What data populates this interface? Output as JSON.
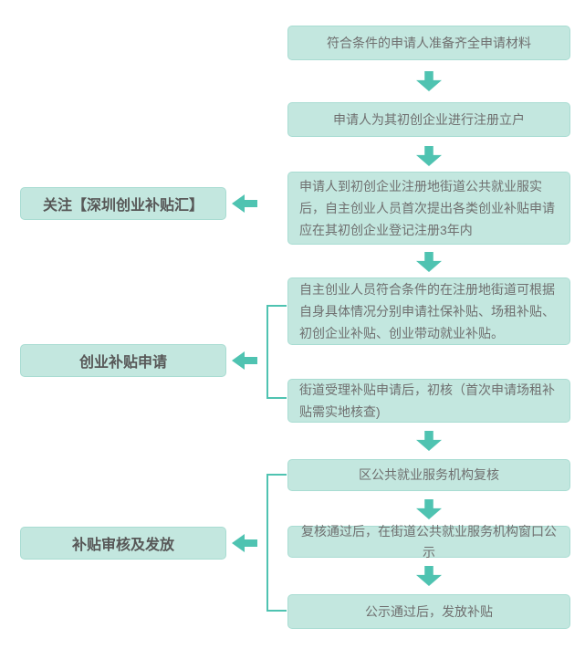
{
  "colors": {
    "box_fill": "#c3e7df",
    "box_border": "#a8dcd2",
    "arrow_teal": "#4fc3b1",
    "box_text": "#6f6f6f",
    "label_text": "#575757",
    "background": "#ffffff"
  },
  "flow": {
    "steps": [
      {
        "id": 1,
        "text": "符合条件的申请人准备齐全申请材料"
      },
      {
        "id": 2,
        "text": "申请人为其初创企业进行注册立户"
      },
      {
        "id": 3,
        "text": "申请人到初创企业注册地街道公共就业服实后，自主创业人员首次提出各类创业补贴申请应在其初创企业登记注册3年内"
      },
      {
        "id": 4,
        "text": "自主创业人员符合条件的在注册地街道可根据自身具体情况分别申请社保补贴、场租补贴、初创企业补贴、创业带动就业补贴。"
      },
      {
        "id": 5,
        "text": "街道受理补贴申请后，初核（首次申请场租补贴需实地核查)"
      },
      {
        "id": 6,
        "text": "区公共就业服务机构复核"
      },
      {
        "id": 7,
        "text": "复核通过后，在街道公共就业服务机构窗口公示"
      },
      {
        "id": 8,
        "text": "公示通过后，发放补贴"
      }
    ],
    "stage_labels": [
      {
        "text": "关注【深圳创业补贴汇】",
        "points_to": "step 3"
      },
      {
        "text": "创业补贴申请",
        "points_to": "steps 4-5"
      },
      {
        "text": "补贴审核及发放",
        "points_to": "steps 6-8"
      }
    ]
  }
}
